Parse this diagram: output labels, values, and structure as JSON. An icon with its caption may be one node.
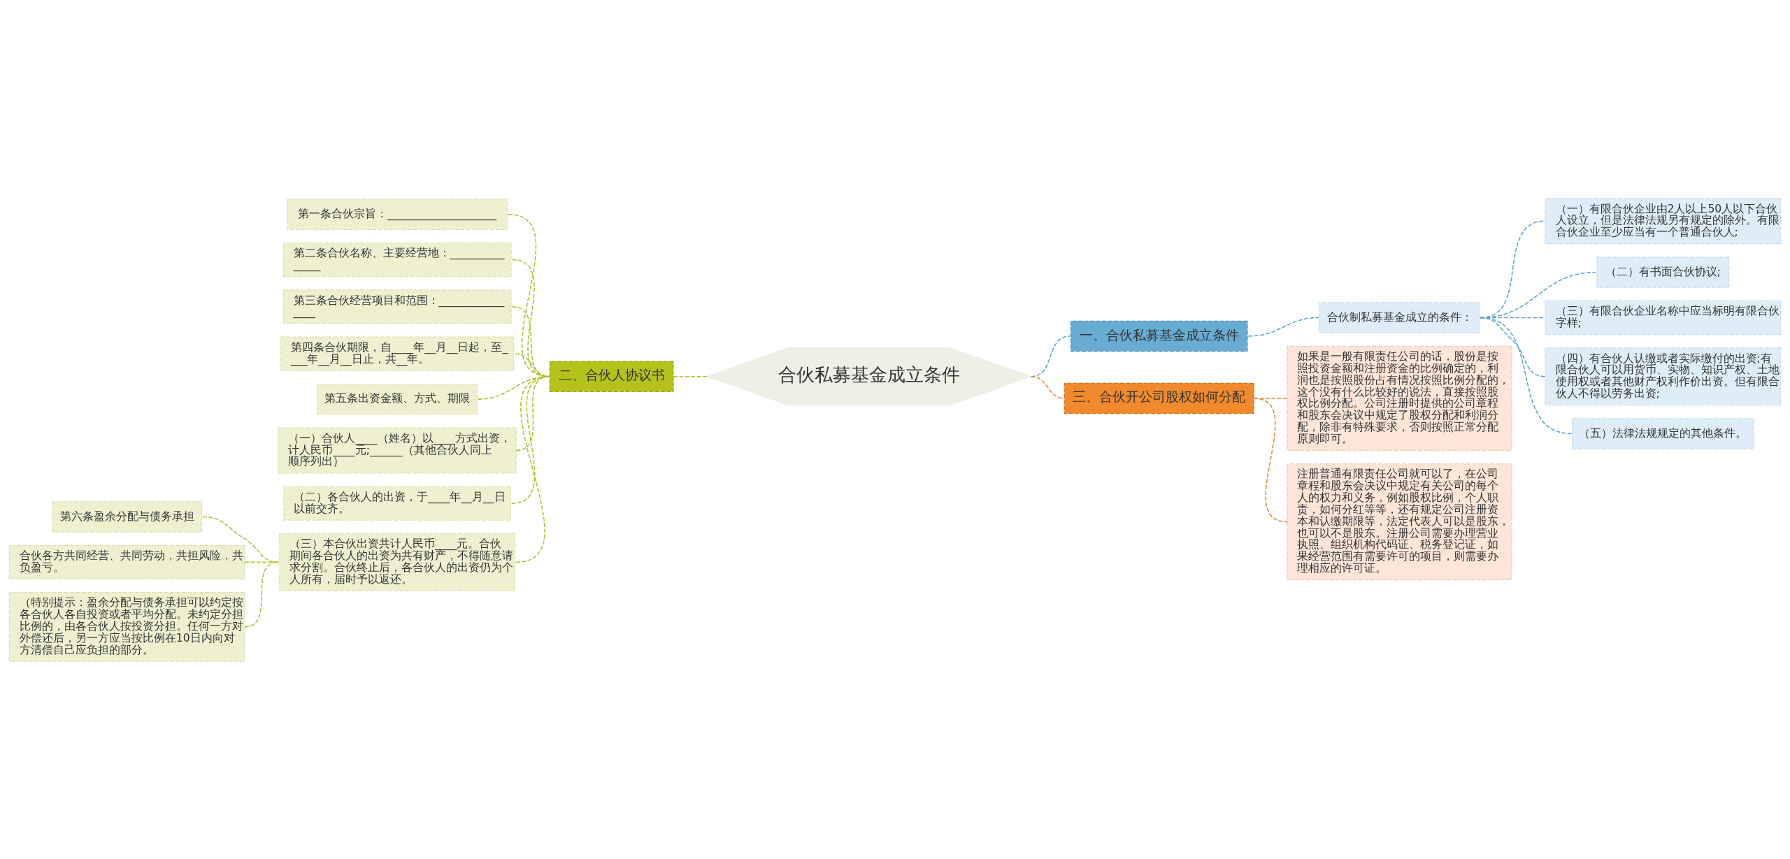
{
  "diagram": {
    "nodes": [
      {
        "text": [
          "合伙私募基金成立条件"
        ]
      },
      {
        "text": [
          "一、合伙私募基金成立条件"
        ]
      },
      {
        "text": [
          "合伙制私募基金成立的条件："
        ]
      },
      {
        "text": [
          "（一）有限合伙企业由2人以上50人以下合伙人设立，但是法律法规另有规定的除外。有限合伙企业至少应当有一个普通合伙人;"
        ]
      },
      {
        "text": [
          "（二）有书面合伙协议;"
        ]
      },
      {
        "text": [
          "（三）有限合伙企业名称中应当标明有限合伙字样;"
        ]
      },
      {
        "text": [
          "（四）有合伙人认缴或者实际缴付的出资;有限合伙人可以用货币、实物、知识产权、土地使用权或者其他财产权利作价出资。但有限合伙人不得以劳务出资;"
        ]
      },
      {
        "text": [
          "（五）法律法规规定的其他条件。"
        ]
      },
      {
        "text": [
          "二、合伙人协议书"
        ]
      },
      {
        "text": [
          "第一条合伙宗旨：____________________"
        ]
      },
      {
        "text": [
          "第二条合伙名称、主要经营地：_______________"
        ]
      },
      {
        "text": [
          "第三条合伙经营项目和范围：________________"
        ]
      },
      {
        "text": [
          "第四条合伙期限，自____年__月__日起，至____年__月__日止，共__年。"
        ]
      },
      {
        "text": [
          "第五条出资金额、方式、期限"
        ]
      },
      {
        "text": [
          "（一）合伙人____（姓名）以____方式出资，计人民币____元;______（其他合伙人同上顺序列出）"
        ]
      },
      {
        "text": [
          "（二）各合伙人的出资，于____年__月__日以前交齐。"
        ]
      },
      {
        "text": [
          "（三）本合伙出资共计人民币____元。合伙期间各合伙人的出资为共有财产，不得随意请求分割。合伙终止后，各合伙人的出资仍为个人所有，届时予以返还。"
        ]
      },
      {
        "text": [
          "第六条盈余分配与债务承担"
        ]
      },
      {
        "text": [
          "合伙各方共同经营、共同劳动，共担风险，共负盈亏。"
        ]
      },
      {
        "text": [
          "（特别提示：盈余分配与债务承担可以约定按各合伙人各自投资或者平均分配。未约定分担比例的，由各合伙人按投资分担。任何一方对外偿还后，另一方应当按比例在10日内向对方清偿自己应负担的部分。"
        ]
      },
      {
        "text": [
          "三、合伙开公司股权如何分配"
        ]
      },
      {
        "text": [
          "如果是一般有限责任公司的话，股份是按照投资金额和注册资金的比例确定的，利润也是按照股份占有情况按照比例分配的，这个没有什么比较好的说法，直接按照股权比例分配。公司注册时提供的公司章程和股东会决议中规定了股权分配和利润分配，除非有特殊要求，否则按照正常分配原则即可。"
        ]
      },
      {
        "text": [
          "注册普通有限责任公司就可以了，在公司章程和股东会决议中规定有关公司的每个人的权力和义务，例如股权比例，个人职责，如何分红等等，还有规定公司注册资本和认缴期限等，法定代表人可以是股东，也可以不是股东。注册公司需要办理营业执照、组织机构代码证、税务登记证，如果经营范围有需要许可的项目，则需要办理相应的许可证。"
        ]
      }
    ],
    "edges": [
      {
        "from": 0,
        "to": 1,
        "arrow": "none",
        "style": "dashed",
        "color": "#5ba3cc"
      },
      {
        "from": 1,
        "to": 2,
        "arrow": "none",
        "style": "dashed",
        "color": "#5ba3cc"
      },
      {
        "from": 2,
        "to": 3,
        "arrow": "none",
        "style": "dashed",
        "color": "#5ba3cc"
      },
      {
        "from": 2,
        "to": 4,
        "arrow": "none",
        "style": "dashed",
        "color": "#5ba3cc"
      },
      {
        "from": 2,
        "to": 5,
        "arrow": "none",
        "style": "dashed",
        "color": "#5ba3cc"
      },
      {
        "from": 2,
        "to": 6,
        "arrow": "none",
        "style": "dashed",
        "color": "#5ba3cc"
      },
      {
        "from": 2,
        "to": 7,
        "arrow": "none",
        "style": "dashed",
        "color": "#5ba3cc"
      },
      {
        "from": 0,
        "to": 8,
        "arrow": "none",
        "style": "dashed"
      },
      {
        "from": 8,
        "to": 9,
        "arrow": "none",
        "style": "dashed"
      },
      {
        "from": 8,
        "to": 10,
        "arrow": "none",
        "style": "dashed"
      },
      {
        "from": 8,
        "to": 11,
        "arrow": "none",
        "style": "dashed"
      },
      {
        "from": 8,
        "to": 12,
        "arrow": "none",
        "style": "dashed"
      },
      {
        "from": 8,
        "to": 13,
        "arrow": "none",
        "style": "dashed"
      },
      {
        "from": 8,
        "to": 14,
        "arrow": "none",
        "style": "dashed"
      },
      {
        "from": 8,
        "to": 15,
        "arrow": "none",
        "style": "dashed"
      },
      {
        "from": 8,
        "to": 16,
        "arrow": "none",
        "style": "dashed"
      },
      {
        "from": 16,
        "to": 17,
        "arrow": "none",
        "style": "dashed"
      },
      {
        "from": 16,
        "to": 18,
        "arrow": "none",
        "style": "dashed"
      },
      {
        "from": 16,
        "to": 19,
        "arrow": "none",
        "style": "dashed"
      },
      {
        "from": 0,
        "to": 20,
        "arrow": "none",
        "style": "dashed",
        "color": "#e8873a"
      },
      {
        "from": 20,
        "to": 21,
        "arrow": "none",
        "style": "dashed",
        "color": "#e8873a"
      },
      {
        "from": 20,
        "to": 22,
        "arrow": "none",
        "style": "dashed",
        "color": "#e8873a"
      }
    ]
  }
}
